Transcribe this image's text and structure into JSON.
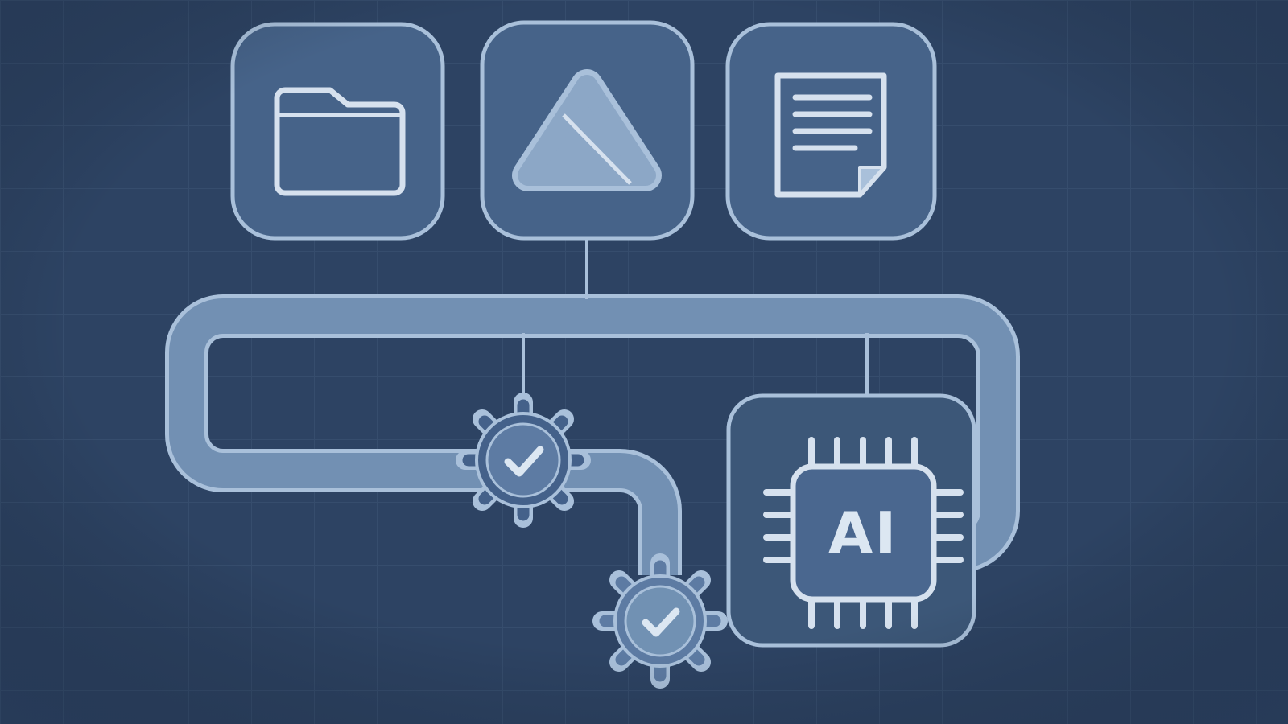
{
  "scene": {
    "name": "ai-document-pipeline-illustration",
    "style": "blueprint-flat-illustration"
  },
  "sources": [
    {
      "icon": "folder-icon",
      "meaning": "file folder source"
    },
    {
      "icon": "triangle-prism-icon",
      "meaning": "app / model source"
    },
    {
      "icon": "document-icon",
      "meaning": "text document source"
    }
  ],
  "pipeline": {
    "stages": [
      {
        "icon": "gear-check-icon",
        "meaning": "validation step 1"
      },
      {
        "icon": "gear-check-icon",
        "meaning": "validation step 2"
      },
      {
        "icon": "ai-chip-icon",
        "meaning": "AI processor"
      }
    ]
  },
  "chip": {
    "label": "AI"
  },
  "colors": {
    "background": "#2d4363",
    "grid_line": "#a9c4e0",
    "card_fill": "#466389",
    "card_stroke": "#a9c0da",
    "icon_stroke": "#d6e1ee",
    "triangle_fill": "#8ca7c6",
    "pipe_fill": "#7290b3",
    "pipe_stroke": "#a9c0da",
    "ai_card_fill": "#3c5778",
    "chip_fill": "#4a678f",
    "gear_body": "#44618a",
    "gear_inner": "#5d7ba3",
    "gear2_body": "#5d7ba3",
    "gear2_inner": "#7191b3",
    "checkmark": "#dce7f2"
  }
}
